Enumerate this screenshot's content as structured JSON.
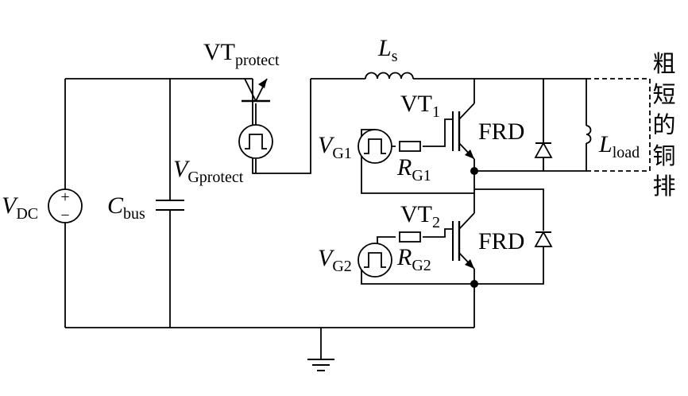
{
  "labels": {
    "vt_protect": {
      "main": "VT",
      "sub": "protect"
    },
    "ls": {
      "main": "L",
      "sub": "s"
    },
    "vt1": {
      "main": "VT",
      "sub": "1"
    },
    "vt2": {
      "main": "VT",
      "sub": "2"
    },
    "frd1": "FRD",
    "frd2": "FRD",
    "vg1": {
      "main": "V",
      "sub": "G1"
    },
    "vg2": {
      "main": "V",
      "sub": "G2"
    },
    "rg1": {
      "main": "R",
      "sub": "G1"
    },
    "rg2": {
      "main": "R",
      "sub": "G2"
    },
    "vgprotect": {
      "main": "V",
      "sub": "Gprotect"
    },
    "vdc": {
      "main": "V",
      "sub": "DC"
    },
    "cbus": {
      "main": "C",
      "sub": "bus"
    },
    "lload": {
      "main": "L",
      "sub": "load"
    },
    "copper_bar": [
      "粗",
      "短",
      "的",
      "铜",
      "排"
    ],
    "plus": "+",
    "minus": "−"
  }
}
